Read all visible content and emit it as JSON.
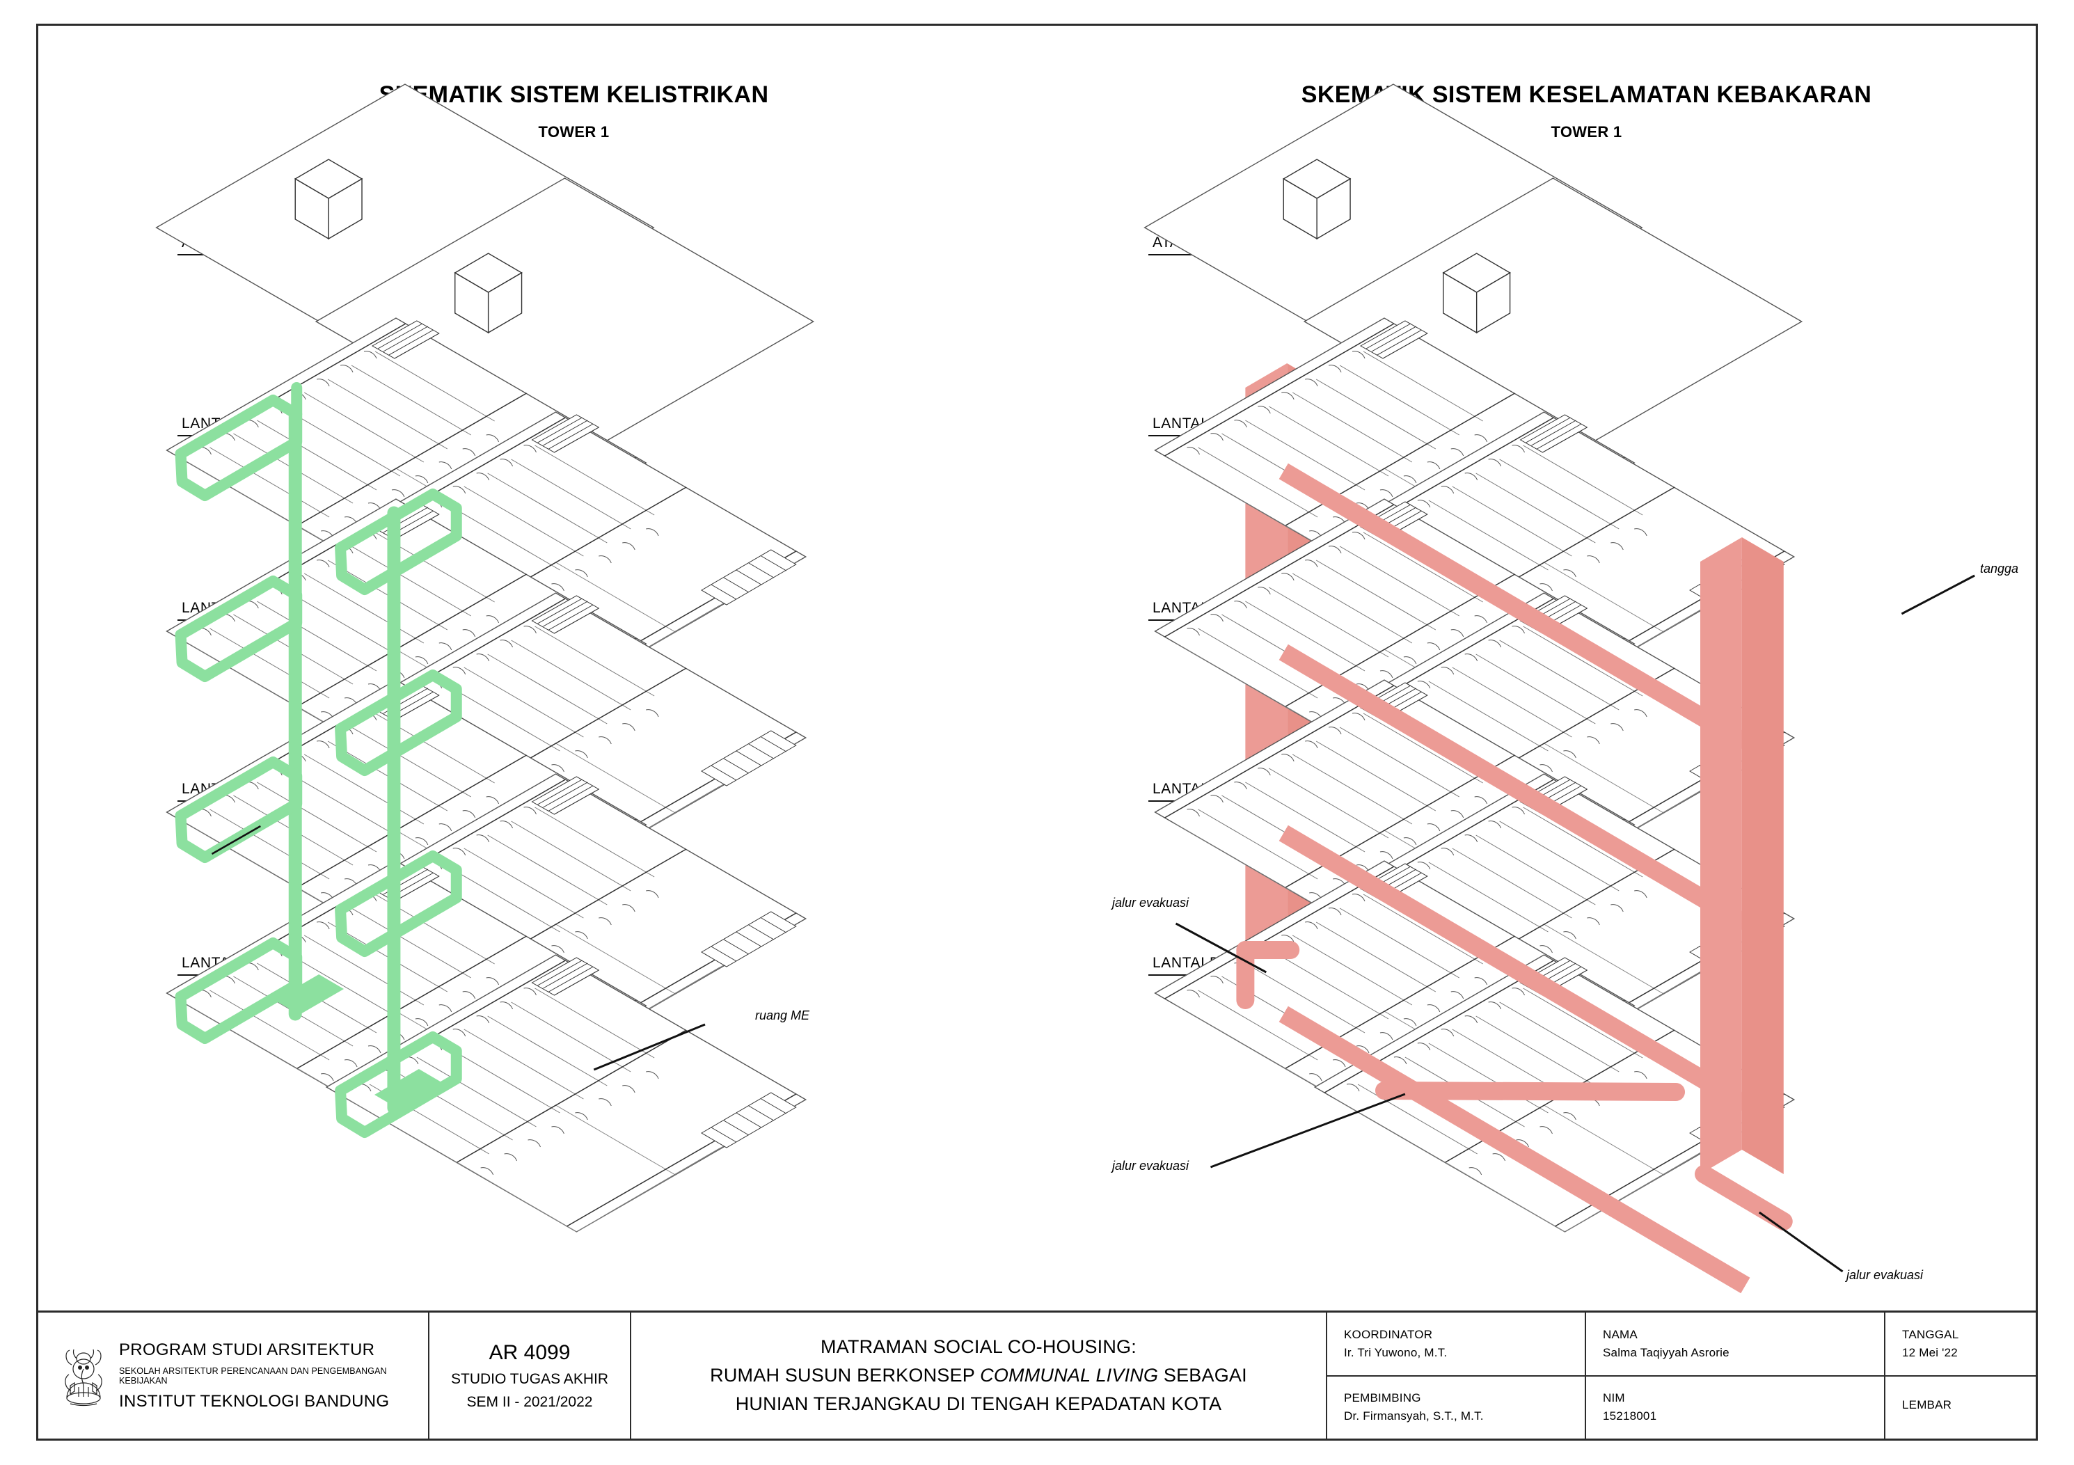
{
  "sheet": {
    "panels": [
      {
        "id": "electrical",
        "title": "SKEMATIK SISTEM KELISTRIKAN",
        "subtitle": "TOWER 1",
        "accent_color": "#8CE09F",
        "levels": [
          {
            "label": "ATAP"
          },
          {
            "label": "LANTAI EMPAT"
          },
          {
            "label": "LANTAI TIGA"
          },
          {
            "label": "LANTAI DUA"
          },
          {
            "label": "LANTAI DASAR"
          }
        ],
        "annotations": [
          {
            "text": "ruang ME"
          }
        ]
      },
      {
        "id": "fire",
        "title": "SKEMATIK SISTEM KESELAMATAN KEBAKARAN",
        "subtitle": "TOWER 1",
        "accent_color": "#EC9B95",
        "levels": [
          {
            "label": "ATAP"
          },
          {
            "label": "LANTAI EMPAT"
          },
          {
            "label": "LANTAI TIGA"
          },
          {
            "label": "LANTAI DUA"
          },
          {
            "label": "LANTAI DASAR"
          }
        ],
        "annotations": [
          {
            "text": "tangga"
          },
          {
            "text": "jalur evakuasi"
          },
          {
            "text": "jalur evakuasi"
          },
          {
            "text": "jalur evakuasi"
          }
        ]
      }
    ]
  },
  "titleblock": {
    "institution": {
      "logo_name": "itb-ganesha-logo",
      "line1": "PROGRAM STUDI ARSITEKTUR",
      "line2": "SEKOLAH ARSITEKTUR PERENCANAAN DAN PENGEMBANGAN KEBIJAKAN",
      "line3": "INSTITUT TEKNOLOGI BANDUNG"
    },
    "course": {
      "code": "AR 4099",
      "name": "STUDIO TUGAS AKHIR",
      "semester": "SEM II - 2021/2022"
    },
    "project": {
      "line1": "MATRAMAN SOCIAL CO-HOUSING:",
      "line2_a": "RUMAH SUSUN BERKONSEP ",
      "line2_em": "COMMUNAL LIVING",
      "line2_b": " SEBAGAI",
      "line3": "HUNIAN TERJANGKAU DI TENGAH KEPADATAN KOTA"
    },
    "people": {
      "koordinator_label": "KOORDINATOR",
      "koordinator_value": "Ir. Tri Yuwono, M.T.",
      "pembimbing_label": "PEMBIMBING",
      "pembimbing_value": "Dr. Firmansyah, S.T., M.T.",
      "nama_label": "NAMA",
      "nama_value": "Salma Taqiyyah Asrorie",
      "nim_label": "NIM",
      "nim_value": "15218001",
      "tanggal_label": "TANGGAL",
      "tanggal_value": "12 Mei '22",
      "lembar_label": "LEMBAR",
      "lembar_value": ""
    }
  }
}
